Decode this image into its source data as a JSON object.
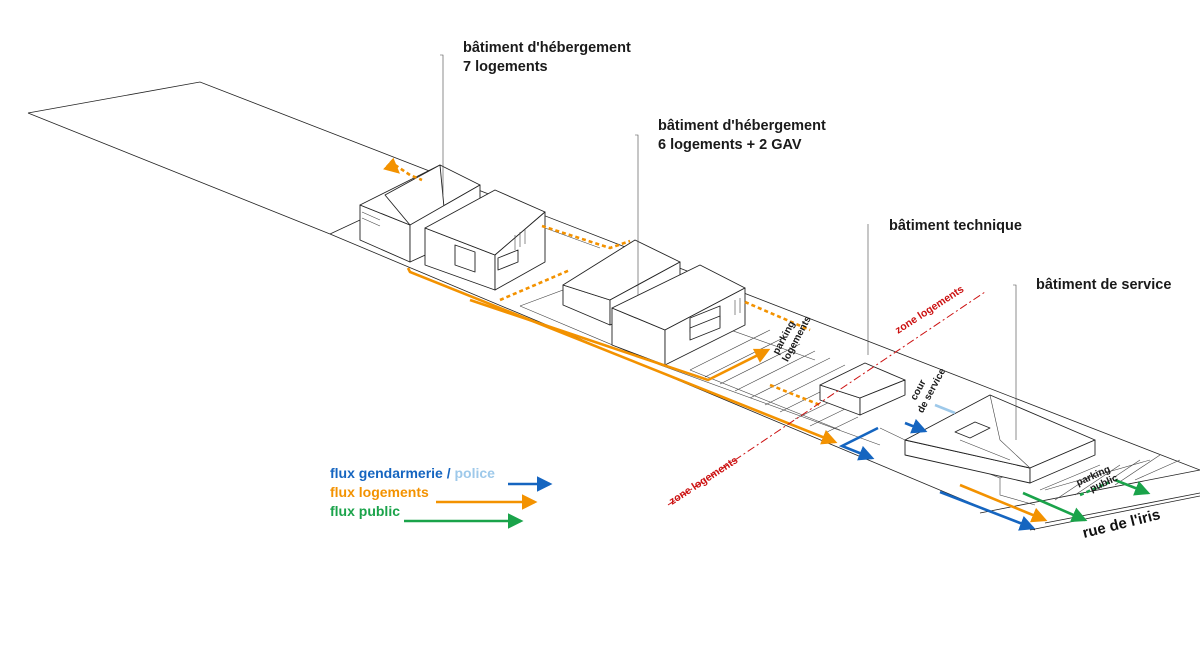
{
  "labels": {
    "hebergement_1": [
      "bâtiment d'hébergement",
      "7 logements"
    ],
    "hebergement_2": [
      "bâtiment d'hébergement",
      "6 logements + 2 GAV"
    ],
    "technique": "bâtiment technique",
    "service": "bâtiment de service",
    "parking_logements": [
      "parking",
      "logements"
    ],
    "cour_service": [
      "cour",
      "de service"
    ],
    "parking_public": [
      "parking",
      "public"
    ],
    "zone_logements_top": "zone logements",
    "zone_logements_bottom": "zone logements",
    "street": "rue de l'iris"
  },
  "legend": {
    "gendarmerie": "flux gendarmerie /",
    "police": "police",
    "logements": "flux logements",
    "public": "flux public"
  },
  "colors": {
    "gendarmerie": "#1565c0",
    "police": "#9ec9ea",
    "logements": "#f39200",
    "public": "#1aa34a",
    "zone": "#cc1111",
    "line": "#222222"
  }
}
